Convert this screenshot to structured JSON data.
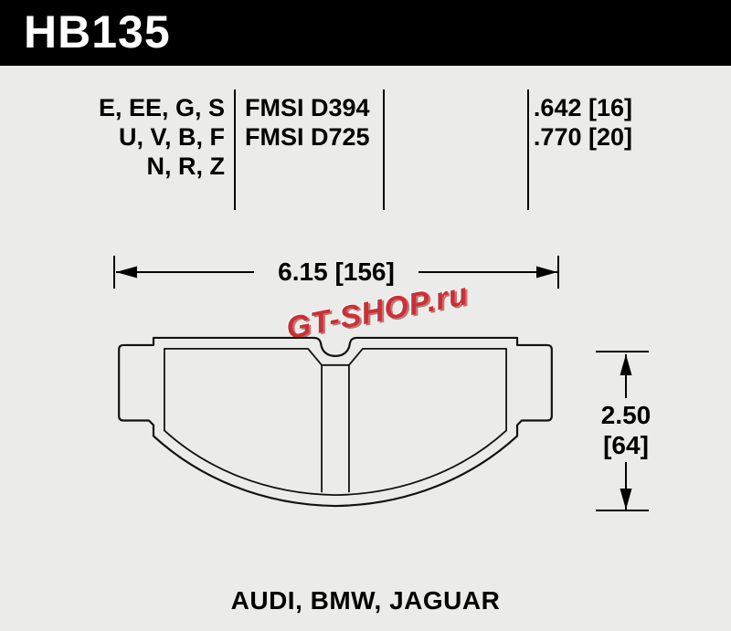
{
  "header": {
    "part_number": "HB135"
  },
  "spec_table": {
    "compound_rows": [
      "E, EE, G, S",
      "U, V, B, F",
      "N, R, Z"
    ],
    "fmsi_rows": [
      "FMSI D394",
      "FMSI D725"
    ],
    "thickness_rows": [
      ".642 [16]",
      ".770 [20]"
    ]
  },
  "dimensions": {
    "width_label": "6.15 [156]",
    "height_label_line1": "2.50",
    "height_label_line2": "[64]"
  },
  "watermark": {
    "text": "GT-SHOP.ru"
  },
  "footer": {
    "applications": "AUDI, BMW, JAGUAR"
  },
  "colors": {
    "header_bg": "#000000",
    "header_text": "#ffffff",
    "line": "#000000",
    "background": "#ebebe9",
    "watermark_red": "#cb2026"
  }
}
